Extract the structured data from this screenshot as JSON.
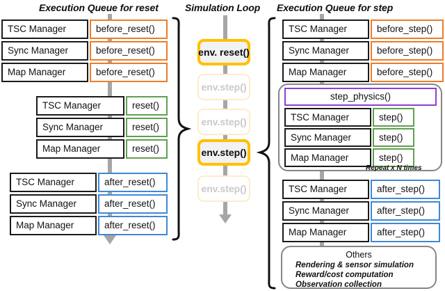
{
  "columns": {
    "left_title": "Execution Queue for reset",
    "middle_title": "Simulation Loop",
    "right_title": "Execution Queue for step"
  },
  "managers": {
    "tsc": "TSC Manager",
    "sync": "Sync Manager",
    "map": "Map Manager"
  },
  "reset_queue": {
    "before": {
      "method": "before_reset()",
      "color": "#ec7c2a",
      "rows": [
        "TSC Manager",
        "Sync Manager",
        "Map Manager"
      ]
    },
    "main": {
      "method": "reset()",
      "color": "#5fa04e",
      "rows": [
        "TSC Manager",
        "Sync Manager",
        "Map Manager"
      ]
    },
    "after": {
      "method": "after_reset()",
      "color": "#3f87d6",
      "rows": [
        "TSC Manager",
        "Sync Manager",
        "Map Manager"
      ]
    }
  },
  "step_queue": {
    "before": {
      "method": "before_step()",
      "color": "#ec7c2a",
      "rows": [
        "TSC Manager",
        "Sync Manager",
        "Map Manager"
      ]
    },
    "main": {
      "physics": "step_physics()",
      "physics_color": "#8b3fd6",
      "method": "step()",
      "color": "#5fa04e",
      "rows": [
        "TSC Manager",
        "Sync Manager",
        "Map Manager"
      ],
      "note": "Repeat x N times"
    },
    "after": {
      "method": "after_step()",
      "color": "#3f87d6",
      "rows": [
        "TSC Manager",
        "Sync Manager",
        "Map Manager"
      ]
    },
    "others": {
      "title": "Others",
      "lines": [
        "Rendering & sensor simulation",
        "Reward/cost computation",
        "Observation collection"
      ]
    }
  },
  "simulation_loop": {
    "nodes": [
      {
        "label": "env. reset()",
        "state": "active"
      },
      {
        "label": "env.step()",
        "state": "dim"
      },
      {
        "label": "env.step()",
        "state": "dim"
      },
      {
        "label": "env.step()",
        "state": "active"
      },
      {
        "label": "env.step()",
        "state": "dim"
      }
    ],
    "active_color": "#ffc000",
    "dim_color": "#c9c9c9",
    "flow_color": "#a6a6a6"
  }
}
